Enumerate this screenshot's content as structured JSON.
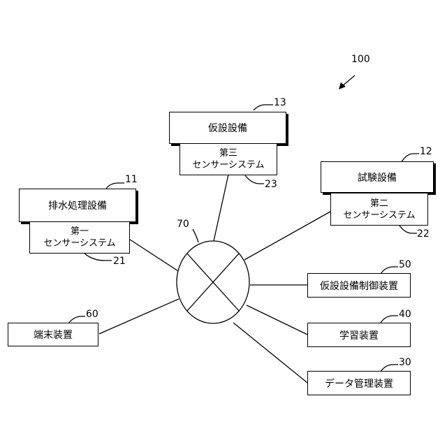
{
  "figure_ref": "100",
  "network": {
    "ref": "70"
  },
  "facilities": {
    "wastewater": {
      "label": "排水処理設備",
      "ref": "11"
    },
    "test": {
      "label": "試験設備",
      "ref": "12"
    },
    "temporary": {
      "label": "仮設設備",
      "ref": "13"
    }
  },
  "sensors": {
    "first": {
      "line1": "第一",
      "line2": "センサーシステム",
      "ref": "21"
    },
    "second": {
      "line1": "第二",
      "line2": "センサーシステム",
      "ref": "22"
    },
    "third": {
      "line1": "第三",
      "line2": "センサーシステム",
      "ref": "23"
    }
  },
  "devices": {
    "temp_control": {
      "label": "仮設設備制御装置",
      "ref": "50"
    },
    "learning": {
      "label": "学習装置",
      "ref": "40"
    },
    "data_mgmt": {
      "label": "データ管理装置",
      "ref": "30"
    },
    "terminal": {
      "label": "端末装置",
      "ref": "60"
    }
  }
}
